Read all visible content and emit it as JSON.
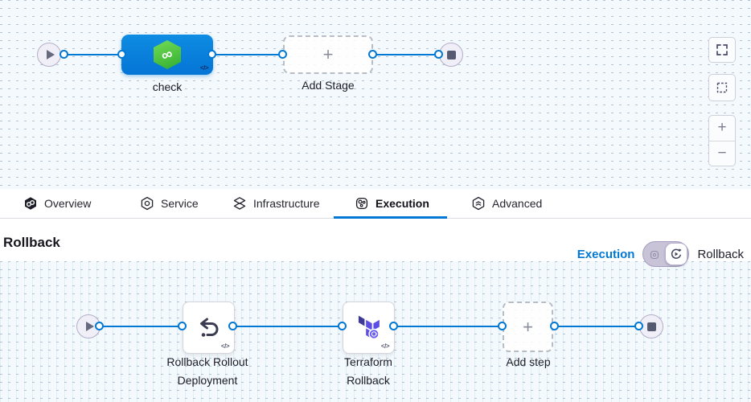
{
  "ui": {
    "plus_glyph": "+",
    "minus_glyph": "−",
    "code_glyph": "</>",
    "infinity_glyph": "∞"
  },
  "pipeline_top": {
    "stage_label": "check",
    "add_stage_label": "Add Stage"
  },
  "tabs": {
    "active": "Execution",
    "items": [
      {
        "label": "Overview",
        "icon": "harness-logo-icon"
      },
      {
        "label": "Service",
        "icon": "service-icon"
      },
      {
        "label": "Infrastructure",
        "icon": "infrastructure-icon"
      },
      {
        "label": "Execution",
        "icon": "execution-icon"
      },
      {
        "label": "Advanced",
        "icon": "advanced-icon"
      }
    ]
  },
  "rollback_section": {
    "title": "Rollback",
    "execution_link_label": "Execution",
    "toggle_right_label": "Rollback"
  },
  "pipeline_bottom": {
    "steps": [
      {
        "label_line1": "Rollback Rollout",
        "label_line2": "Deployment",
        "icon": "undo-rollback-icon"
      },
      {
        "label_line1": "Terraform",
        "label_line2": "Rollback",
        "icon": "terraform-icon"
      }
    ],
    "add_step_label": "Add step"
  },
  "colors": {
    "accent_blue": "#0278d5",
    "stage_blue": "#0b86de",
    "harness_green": "#4fc648",
    "terraform_purple": "#5c4ee5",
    "canvas_bg": "#f3f9fc"
  },
  "icons": {
    "play": "triangle-right",
    "stop": "square",
    "harness_logo": "infinity-loop-hexagon",
    "fullscreen": "corner-brackets",
    "marquee_select": "dashed-square",
    "zoom_in": "plus",
    "zoom_out": "minus",
    "toggle_left": "execution-mini",
    "toggle_thumb": "circular-arrow-rollback"
  }
}
